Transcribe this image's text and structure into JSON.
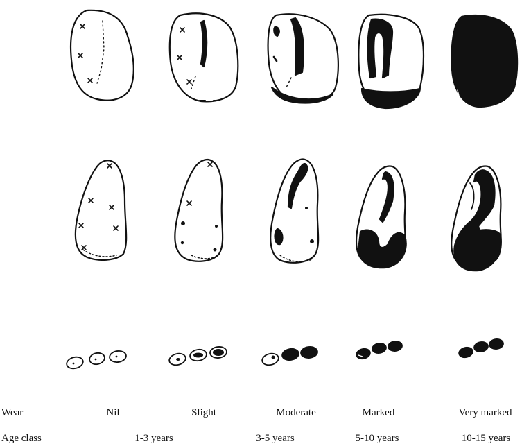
{
  "wear": {
    "label": "Wear",
    "stages": [
      "Nil",
      "Slight",
      "Moderate",
      "Marked",
      "Very marked"
    ]
  },
  "age": {
    "label": "Age class",
    "classes": [
      "1-3 years",
      "3-5 years",
      "5-10 years",
      "10-15 years"
    ]
  },
  "colors": {
    "ink": "#111111",
    "paper": "#ffffff"
  }
}
